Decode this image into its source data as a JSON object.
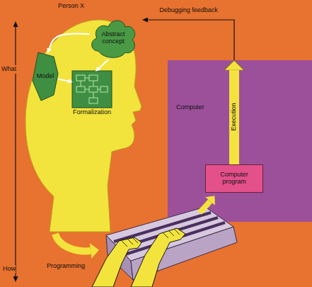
{
  "diagram": {
    "nodes": [
      {
        "text": [
          "Person X"
        ]
      },
      {
        "text": [
          "Abstract concept"
        ],
        "in": 0
      },
      {
        "text": [
          "Model"
        ],
        "in": 0
      },
      {
        "text": [
          "Formalization"
        ],
        "in": 0
      },
      {
        "text": [
          "Computer"
        ]
      },
      {
        "text": [
          "Computer program"
        ],
        "in": 4
      }
    ],
    "edges": [
      {
        "from": 1,
        "to": 2,
        "arrow": "to"
      },
      {
        "from": 2,
        "to": 3,
        "arrow": "to"
      },
      {
        "from": 1,
        "to": 3,
        "arrow": "to"
      },
      {
        "from": 4,
        "to": 0,
        "label": "Debugging feedback",
        "arrow": "to"
      },
      {
        "from": 5,
        "to": 4,
        "label": "Execution",
        "arrow": "to"
      }
    ],
    "labels": [
      "What",
      "How",
      "Programming"
    ]
  }
}
